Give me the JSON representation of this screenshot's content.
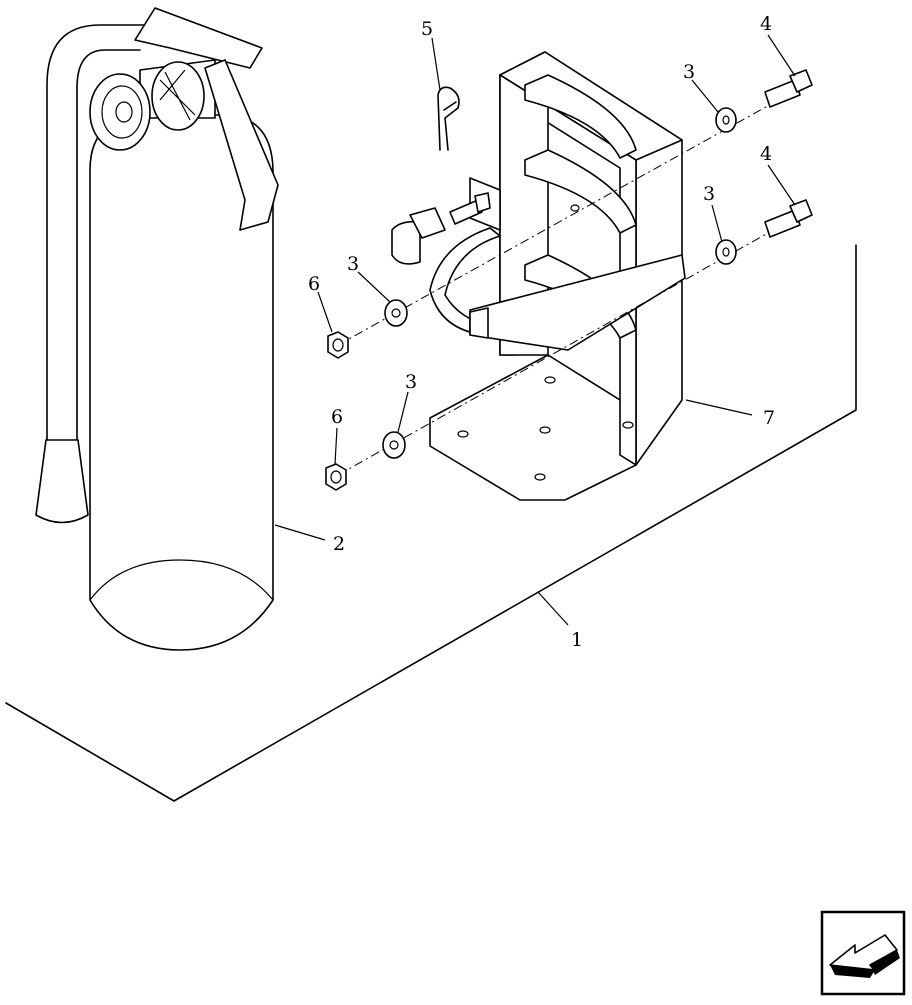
{
  "callouts": {
    "c1": "1",
    "c2": "2",
    "c3a": "3",
    "c3b": "3",
    "c3c": "3",
    "c3d": "3",
    "c4a": "4",
    "c4b": "4",
    "c5": "5",
    "c6a": "6",
    "c6b": "6",
    "c7": "7"
  },
  "icons": {
    "nav": "arrow-icon"
  }
}
